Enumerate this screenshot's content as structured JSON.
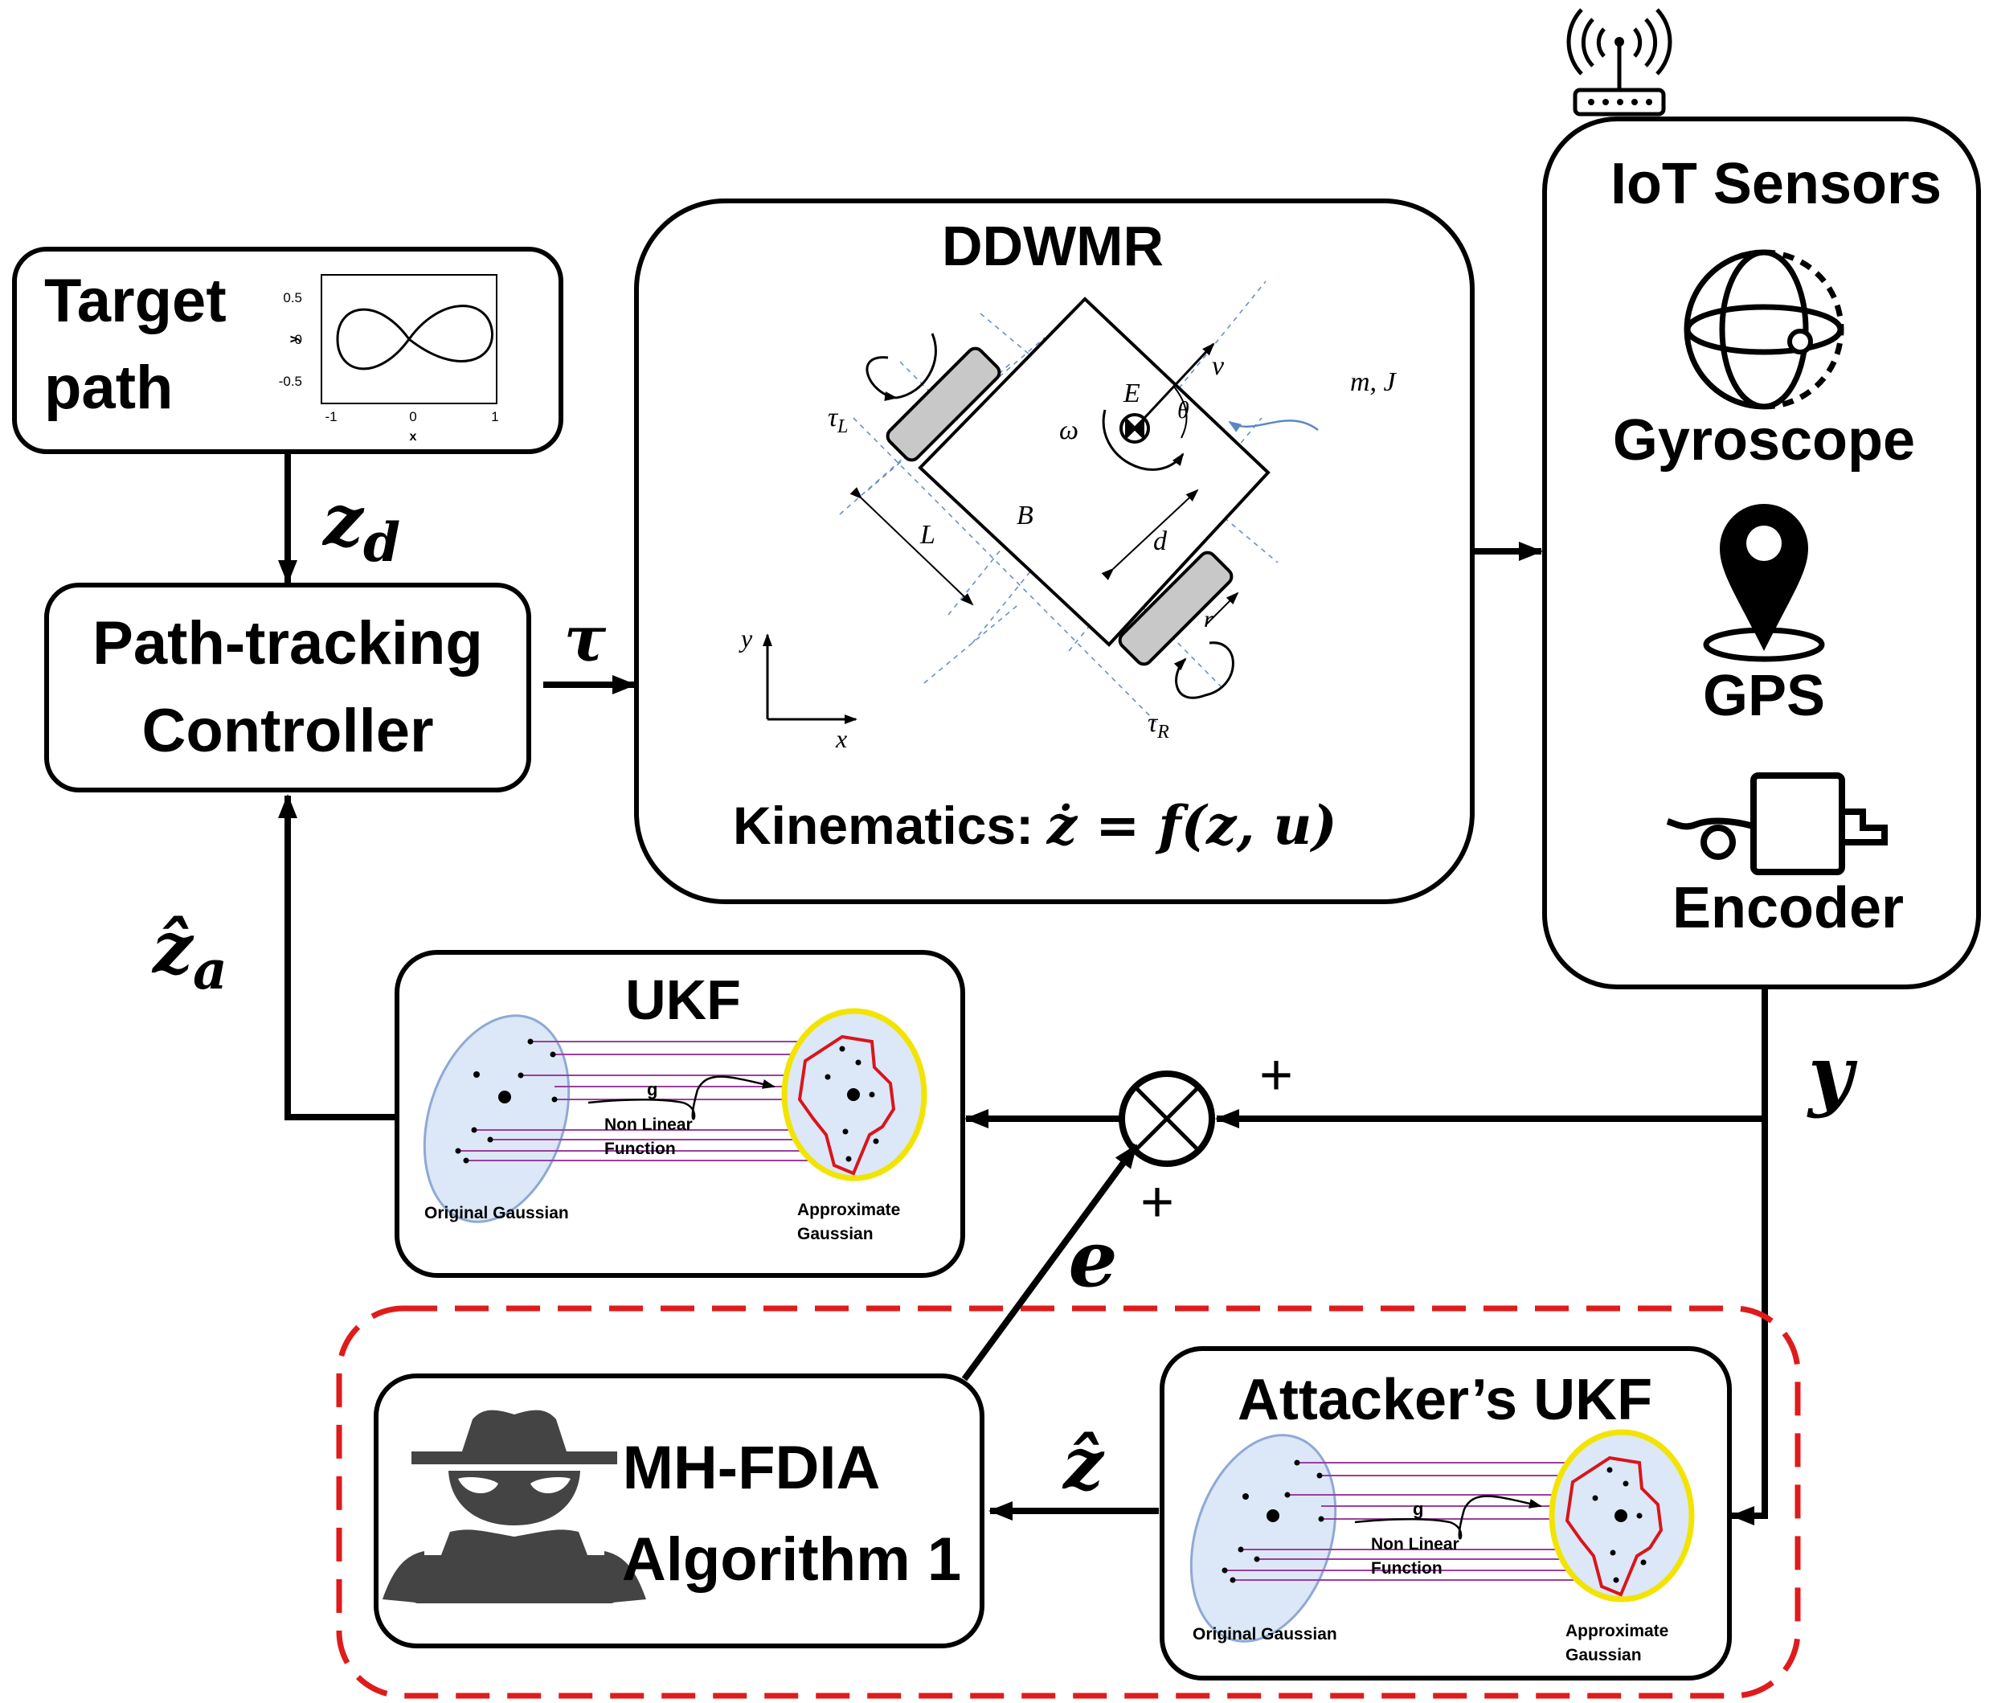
{
  "target_path": {
    "line1": "Target",
    "line2": "path",
    "y_ticks": [
      "0.5",
      "0",
      "-0.5"
    ],
    "x_ticks": [
      "-1",
      "0",
      "1"
    ],
    "x_axis": "x",
    "y_axis": "y"
  },
  "controller": {
    "line1": "Path-tracking",
    "line2": "Controller"
  },
  "ddwmr": {
    "title": "DDWMR",
    "kinematics_label": "Kinematics:",
    "kinematics_eq": "ż = f(z, u)",
    "labels": {
      "tau_l": "τ",
      "tau_l_sub": "L",
      "tau_r": "τ",
      "tau_r_sub": "R",
      "E": "E",
      "v": "v",
      "theta": "θ",
      "omega": "ω",
      "mJ": "m, J",
      "B": "B",
      "L": "L",
      "d": "d",
      "r": "r",
      "x": "x",
      "y": "y"
    }
  },
  "iot": {
    "title": "IoT Sensors",
    "sensors": [
      "Gyroscope",
      "GPS",
      "Encoder"
    ]
  },
  "ukf": {
    "title": "UKF",
    "g": "g",
    "nl1": "Non Linear",
    "nl2": "Function",
    "orig": "Original Gaussian",
    "approx1": "Approximate",
    "approx2": "Gaussian"
  },
  "attacker_ukf": {
    "title": "Attacker’s UKF",
    "g": "g",
    "nl1": "Non Linear",
    "nl2": "Function",
    "orig": "Original Gaussian",
    "approx1": "Approximate",
    "approx2": "Gaussian"
  },
  "mhfdia": {
    "line1": "MH-FDIA",
    "line2": "Algorithm 1"
  },
  "signals": {
    "zd": "z",
    "zd_sub": "d",
    "tau": "τ",
    "za_hat": "ẑ",
    "za_sub": "a",
    "y": "y",
    "e": "e",
    "z_hat": "ẑ",
    "plus_top": "+",
    "plus_bottom": "+"
  },
  "colors": {
    "attack_border": "#e01b1b",
    "gaussian_fill": "#dce7f7",
    "gaussian_edge": "#8fa9d4",
    "approx_ring": "#f2e400",
    "approx_shape": "#d9151b",
    "sigma_line": "#9b3f9b",
    "wheel": "#c8c8c8",
    "hacker": "#444444"
  }
}
